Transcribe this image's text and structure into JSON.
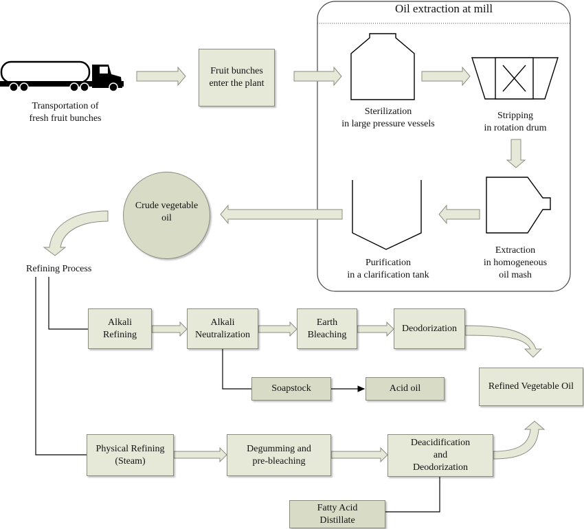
{
  "truck_label": "Transportation of\nfresh fruit bunches",
  "fruit_box": "Fruit bunches\nenter the plant",
  "mill": {
    "title": "Oil extraction at mill",
    "sterilization": "Sterilization\nin large pressure vessels",
    "stripping": "Stripping\nin rotation drum",
    "extraction": "Extraction\nin homogeneous\noil mash",
    "purification": "Purification\nin a clarification tank"
  },
  "crude_oil": "Crude vegetable\noil",
  "refining_process": "Refining Process",
  "chemical": {
    "alkali_refining": "Alkali\nRefining",
    "alkali_neutralization": "Alkali\nNeutralization",
    "earth_bleaching": "Earth\nBleaching",
    "deodorization": "Deodorization",
    "soapstock": "Soapstock",
    "acid_oil": "Acid oil"
  },
  "refined_oil": "Refined Vegetable Oil",
  "physical": {
    "physical_refining": "Physical Refining\n(Steam)",
    "degumming": "Degumming and\npre-bleaching",
    "deacidification": "Deacidification\nand\nDeodorization",
    "fatty_acid": "Fatty Acid\nDistillate"
  },
  "colors": {
    "box_fill": "#e6e8d8",
    "arrow_fill": "#e6e8d8",
    "outline": "#8a8c80"
  }
}
